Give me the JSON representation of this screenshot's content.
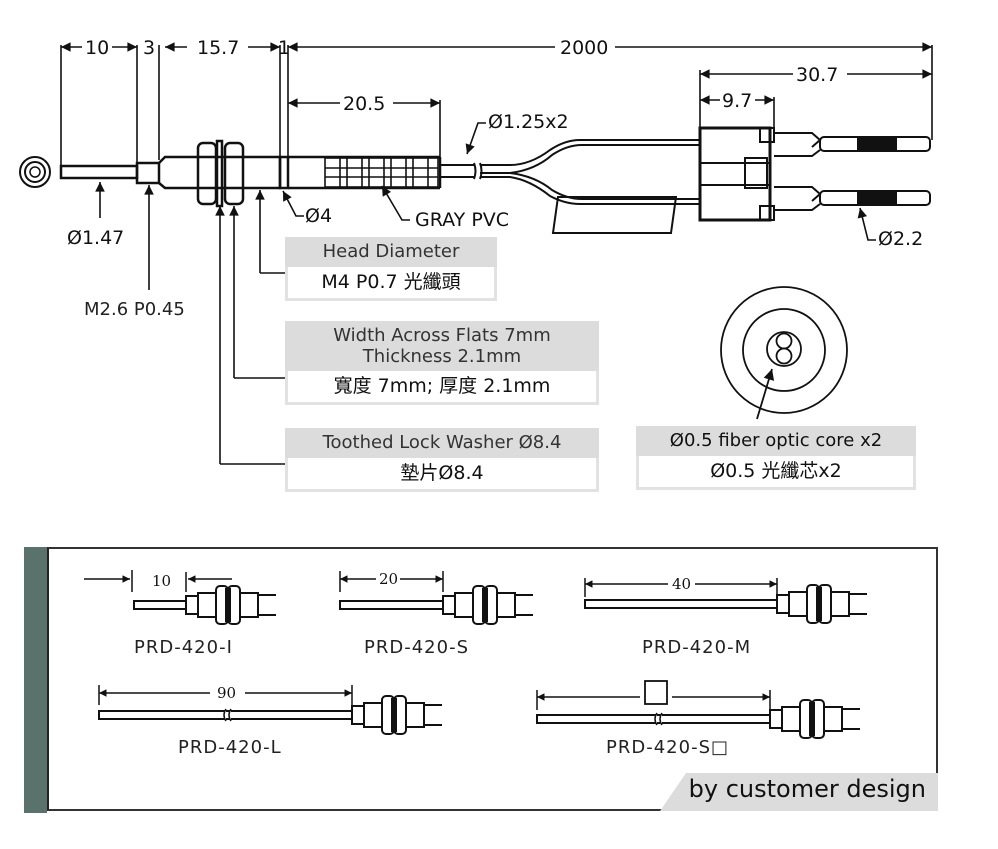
{
  "dimensions": {
    "d10": "10",
    "d3": "3",
    "d15_7": "15.7",
    "d1": "1",
    "d2000": "2000",
    "d20_5": "20.5",
    "d30_7": "30.7",
    "d9_7": "9.7",
    "fiber_dia": "Ø1.25x2",
    "tip_dia": "Ø1.47",
    "thread_small": "M2.6 P0.45",
    "head_dia": "Ø4",
    "jacket": "GRAY PVC",
    "plug_dia": "Ø2.2"
  },
  "callouts": {
    "head": {
      "title": "Head Diameter",
      "value": "M4 P0.7 光纖頭"
    },
    "nut": {
      "title_line1": "Width Across Flats 7mm",
      "title_line2": "Thickness 2.1mm",
      "value": "寬度 7mm; 厚度 2.1mm"
    },
    "washer": {
      "title": "Toothed Lock Washer Ø8.4",
      "value": "墊片Ø8.4"
    },
    "core": {
      "title": "Ø0.5 fiber optic core x2",
      "value": "Ø0.5 光纖芯x2"
    }
  },
  "variants": [
    {
      "model": "PRD-420-I",
      "length": "10"
    },
    {
      "model": "PRD-420-S",
      "length": "20"
    },
    {
      "model": "PRD-420-M",
      "length": "40"
    },
    {
      "model": "PRD-420-L",
      "length": "90"
    },
    {
      "model": "PRD-420-S□",
      "length": "□"
    }
  ],
  "customer_note": "by customer design",
  "colors": {
    "side_bar": "#5a726b",
    "callout_header": "#dcdcdc"
  }
}
